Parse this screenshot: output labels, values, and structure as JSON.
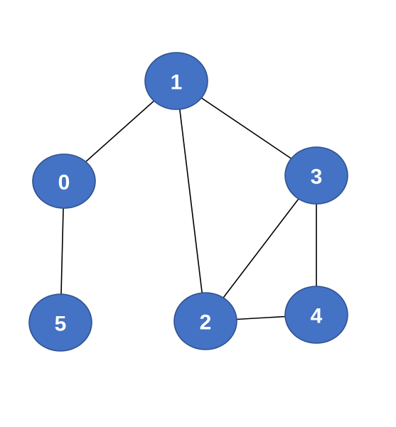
{
  "colors": {
    "node_fill": "#4472C4",
    "node_stroke": "#2F528F",
    "edge": "#000000",
    "label": "#FFFFFF",
    "background": "#FFFFFF"
  },
  "graph": {
    "nodes": [
      {
        "id": "0",
        "label": "0"
      },
      {
        "id": "1",
        "label": "1"
      },
      {
        "id": "2",
        "label": "2"
      },
      {
        "id": "3",
        "label": "3"
      },
      {
        "id": "4",
        "label": "4"
      },
      {
        "id": "5",
        "label": "5"
      }
    ],
    "edges": [
      {
        "from": "1",
        "to": "0"
      },
      {
        "from": "1",
        "to": "2"
      },
      {
        "from": "1",
        "to": "3"
      },
      {
        "from": "0",
        "to": "5"
      },
      {
        "from": "3",
        "to": "2"
      },
      {
        "from": "3",
        "to": "4"
      },
      {
        "from": "2",
        "to": "4"
      }
    ]
  }
}
